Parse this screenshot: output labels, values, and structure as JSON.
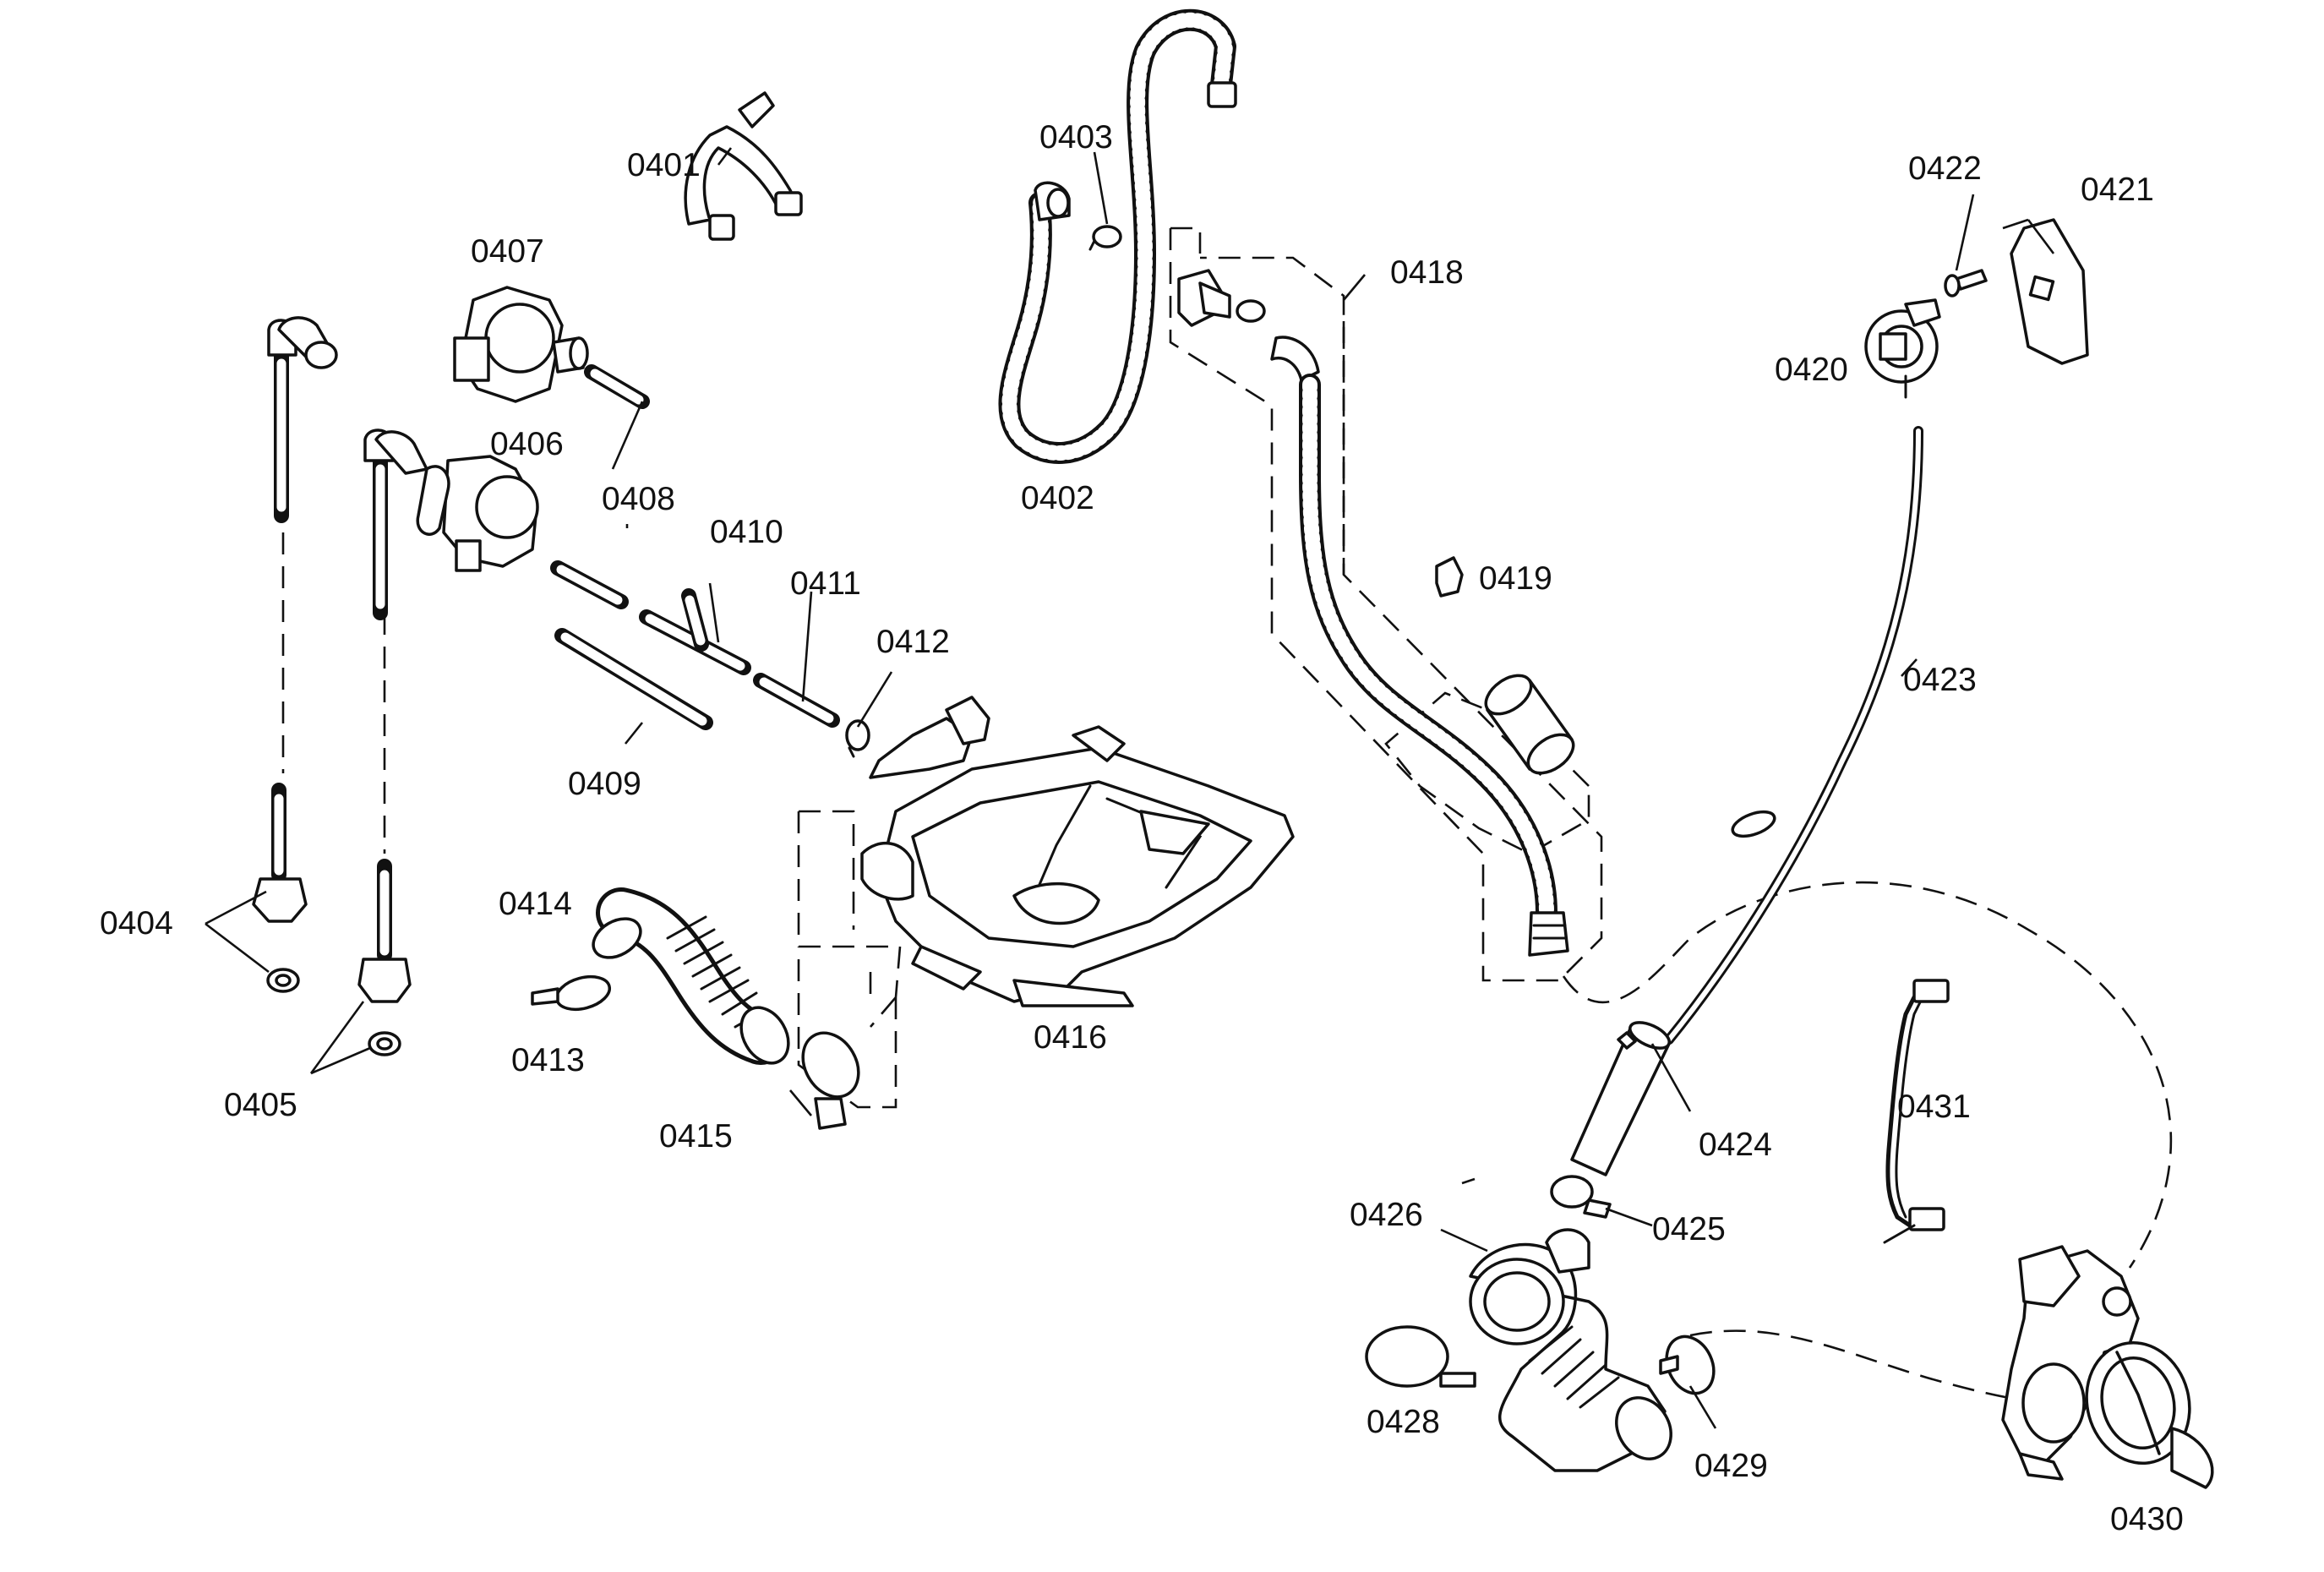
{
  "labels": {
    "p0401": "0401",
    "p0402": "0402",
    "p0403": "0403",
    "p0404": "0404",
    "p0405": "0405",
    "p0406": "0406",
    "p0407": "0407",
    "p0408": "0408",
    "p0409": "0409",
    "p0410": "0410",
    "p0411": "0411",
    "p0412": "0412",
    "p0413": "0413",
    "p0414": "0414",
    "p0415": "0415",
    "p0416": "0416",
    "p0418": "0418",
    "p0419": "0419",
    "p0420": "0420",
    "p0421": "0421",
    "p0422": "0422",
    "p0423": "0423",
    "p0424": "0424",
    "p0425": "0425",
    "p0426": "0426",
    "p0428": "0428",
    "p0429": "0429",
    "p0430": "0430",
    "p0431": "0431"
  }
}
